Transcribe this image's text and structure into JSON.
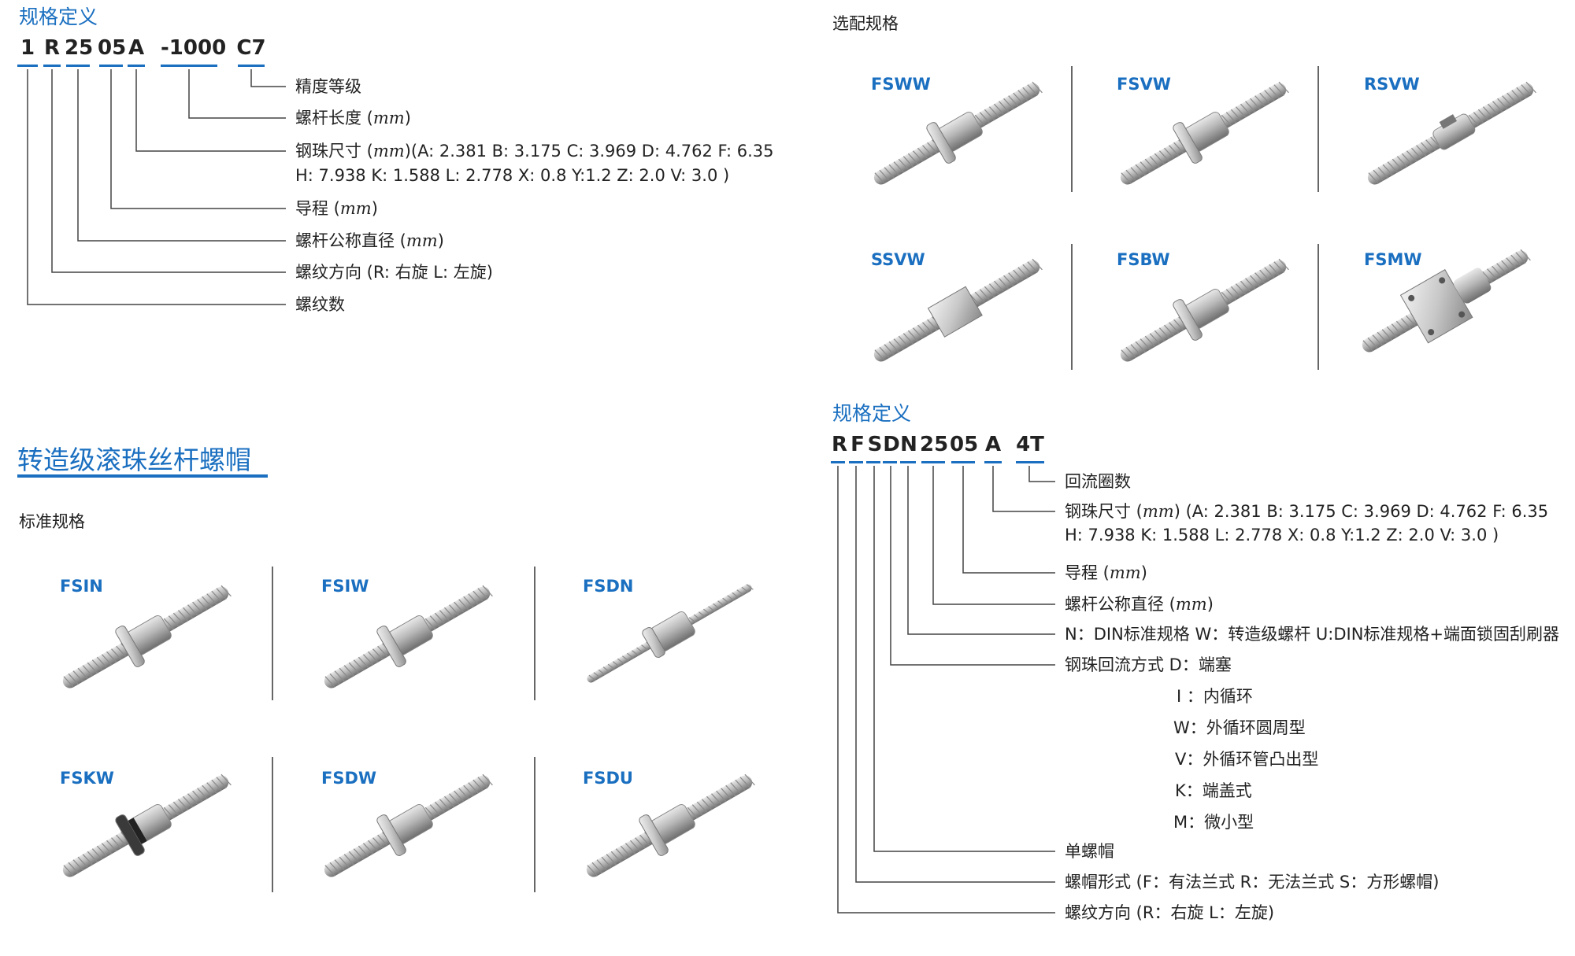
{
  "colors": {
    "accent": "#1a6fc0",
    "text": "#222222",
    "line": "#444444"
  },
  "top_left": {
    "title": "规格定义",
    "code_parts": [
      "1",
      "R",
      "25",
      "05",
      "A",
      "-1000",
      "C7"
    ],
    "descriptions": [
      {
        "text": "精度等级"
      },
      {
        "text": "螺杆长度",
        "unit": "mm"
      },
      {
        "text": "钢珠尺寸",
        "unit": "mm",
        "extra": "(A: 2.381   B: 3.175   C: 3.969   D: 4.762   F: 6.35",
        "line2": "H: 7.938   K: 1.588   L: 2.778   X: 0.8   Y:1.2   Z: 2.0   V: 3.0 )"
      },
      {
        "text": "导程",
        "unit": "mm"
      },
      {
        "text": "螺杆公称直径",
        "unit": "mm"
      },
      {
        "text": "螺纹方向 (R: 右旋  L: 左旋)"
      },
      {
        "text": "螺纹数"
      }
    ]
  },
  "section_title": "转造级滚珠丝杆螺帽",
  "standard": {
    "subtitle": "标准规格",
    "products": [
      "FSIN",
      "FSIW",
      "FSDN",
      "FSKW",
      "FSDW",
      "FSDU"
    ]
  },
  "optional": {
    "subtitle": "选配规格",
    "products": [
      "FSWW",
      "FSVW",
      "RSVW",
      "SSVW",
      "FSBW",
      "FSMW"
    ]
  },
  "bottom_right": {
    "title": "规格定义",
    "code_parts": [
      "R",
      "F",
      "S",
      "D",
      "N",
      "25",
      "05",
      "A",
      "4T"
    ],
    "descriptions": [
      {
        "text": "回流圈数"
      },
      {
        "text": "钢珠尺寸",
        "unit": "mm",
        "extra": " (A: 2.381   B: 3.175   C: 3.969   D: 4.762   F: 6.35",
        "line2": "H: 7.938   K: 1.588   L: 2.778   X: 0.8   Y:1.2   Z: 2.0   V: 3.0 )"
      },
      {
        "text": "导程",
        "unit": "mm"
      },
      {
        "text": "螺杆公称直径",
        "unit": "mm"
      },
      {
        "text": "N：DIN标准规格 W：转造级螺杆 U:DIN标准规格+端面锁固刮刷器"
      },
      {
        "text": "钢珠回流方式 D：端塞"
      },
      {
        "text": "I ：内循环"
      },
      {
        "text": "W：外循环圆周型"
      },
      {
        "text": "V：外循环管凸出型"
      },
      {
        "text": "K：端盖式"
      },
      {
        "text": "M：微小型"
      },
      {
        "text": "单螺帽"
      },
      {
        "text": "螺帽形式 (F：有法兰式  R：无法兰式  S：方形螺帽)"
      },
      {
        "text": "螺纹方向 (R：右旋  L：左旋)"
      }
    ]
  }
}
